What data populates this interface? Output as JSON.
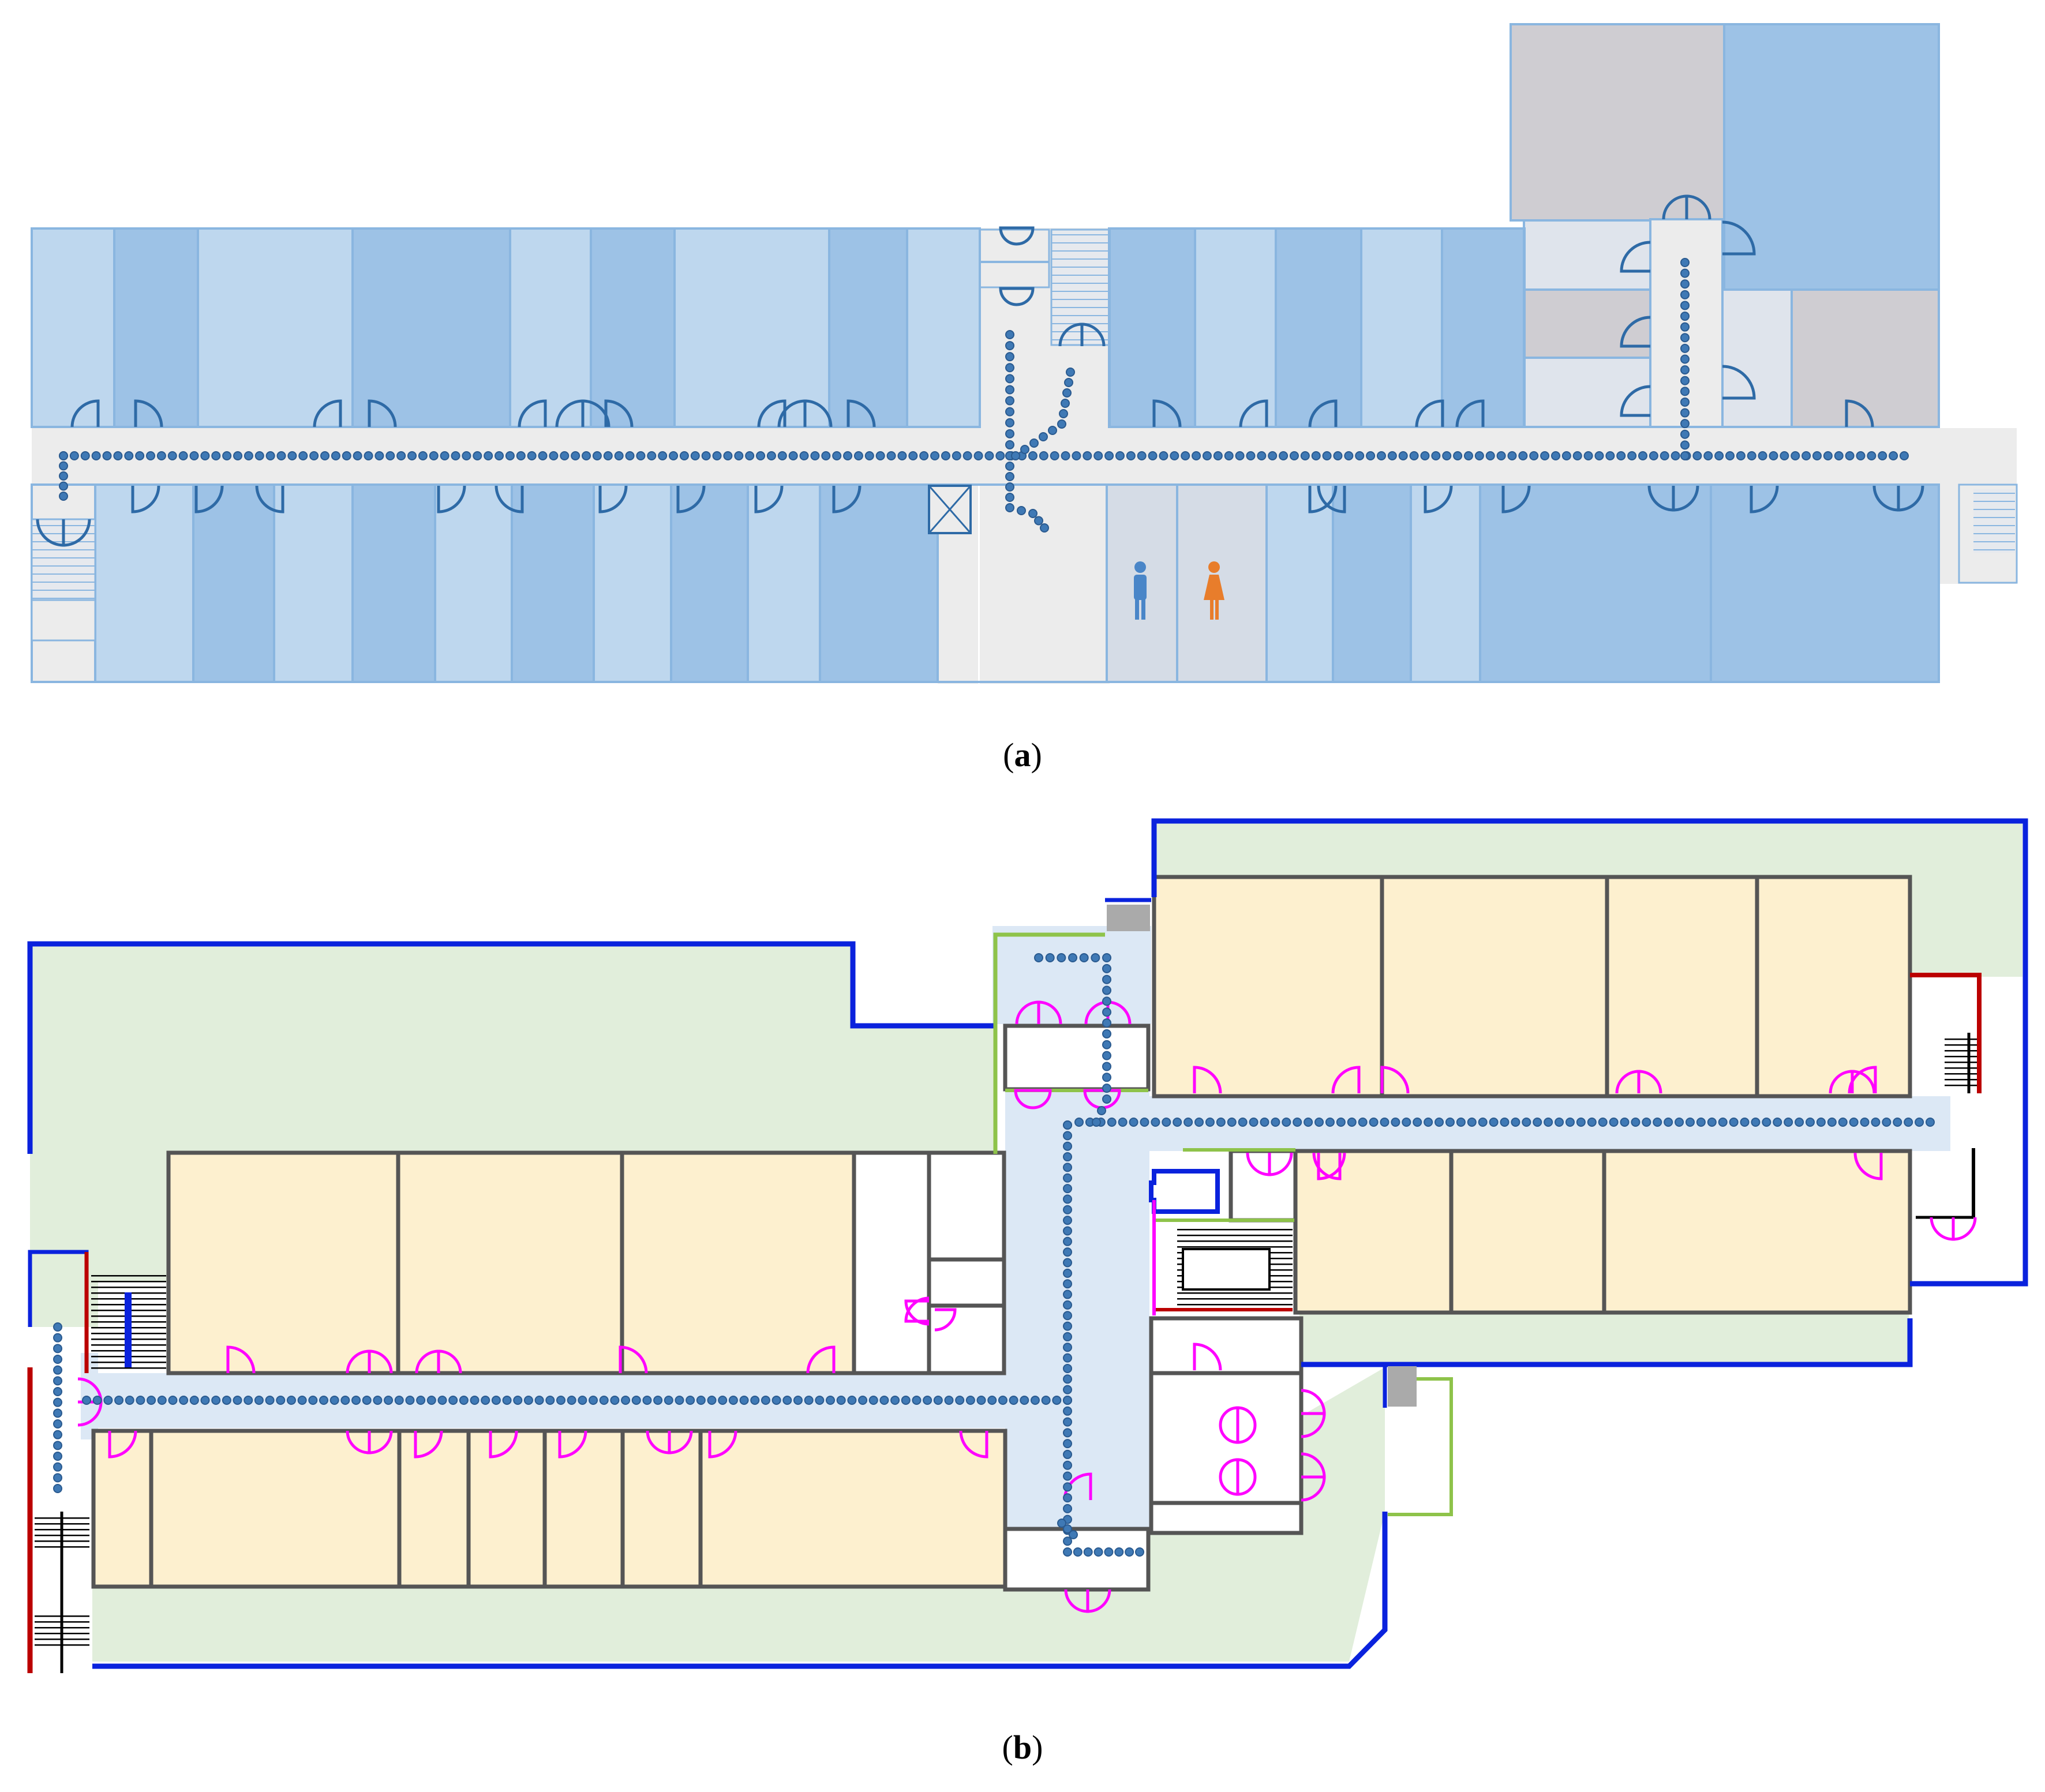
{
  "panels": [
    {
      "id": "a",
      "caption": "a"
    },
    {
      "id": "b",
      "caption": "b"
    }
  ],
  "icons": {
    "male_restroom": "male-person-icon",
    "female_restroom": "female-person-icon",
    "elevator": "elevator-x-icon"
  },
  "colors": {
    "room_light": "#bed7ee",
    "room_dark": "#9dc2e6",
    "room_gray": "#cfcdd2",
    "room_outline": "#8ab6e0",
    "corridor_a": "#ececec",
    "door_a": "#2e6aa6",
    "path_dot": "#3f79b5",
    "room_b": "#fdf0cf",
    "outdoor_b": "#e1eedb",
    "corridor_b": "#dce8f5",
    "wall_b": "#555555",
    "door_b": "#ff00ff",
    "boundary_blue": "#0a22dd",
    "boundary_red": "#bb0000",
    "boundary_green": "#8ec34a",
    "male_icon": "#4a86c8",
    "female_icon": "#e87d2b"
  }
}
